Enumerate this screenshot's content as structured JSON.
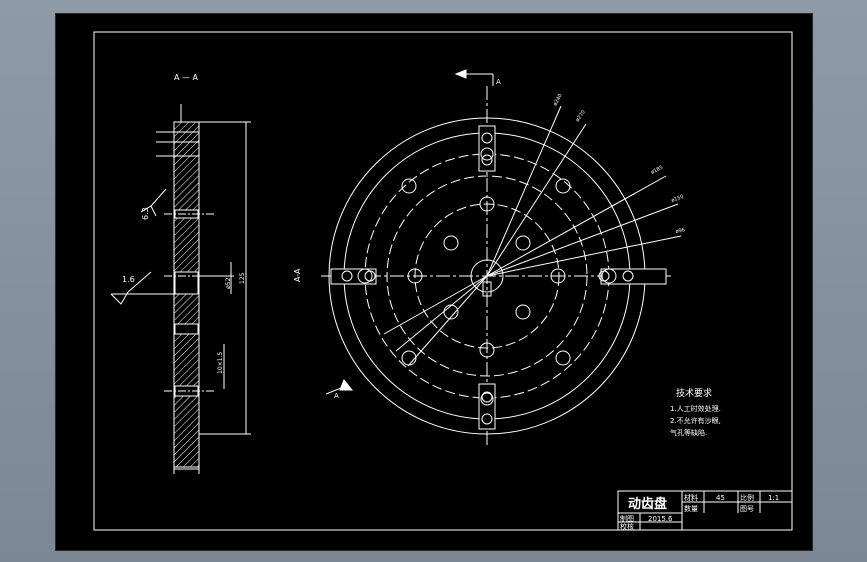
{
  "section_label": "A — A",
  "view_label": "A-A",
  "arrow_label": "A",
  "roughness_1": "6.3",
  "roughness_2": "1.6",
  "dims_left": [
    "125",
    "ø52",
    "10×1.5"
  ],
  "dims_radial": [
    "ø240",
    "ø270",
    "ø185",
    "ø150",
    "ø96"
  ],
  "tech_req": {
    "title": "技术要求",
    "items": [
      "1.人工时效处理.",
      "2.不允许有沙眼,",
      "气孔等缺陷."
    ]
  },
  "title_block": {
    "part_name": "动齿盘",
    "material_label": "材料",
    "material_value": "45",
    "scale_label": "比例",
    "scale_value": "1:1",
    "quantity_label": "数量",
    "drawing_no_label": "图号",
    "drawn_label": "制图",
    "checked_label": "校核",
    "date_value": "2015.6"
  },
  "colors": {
    "background": "#000000",
    "lines": "#ffffff",
    "frame_outer": "#8f9aa7"
  }
}
